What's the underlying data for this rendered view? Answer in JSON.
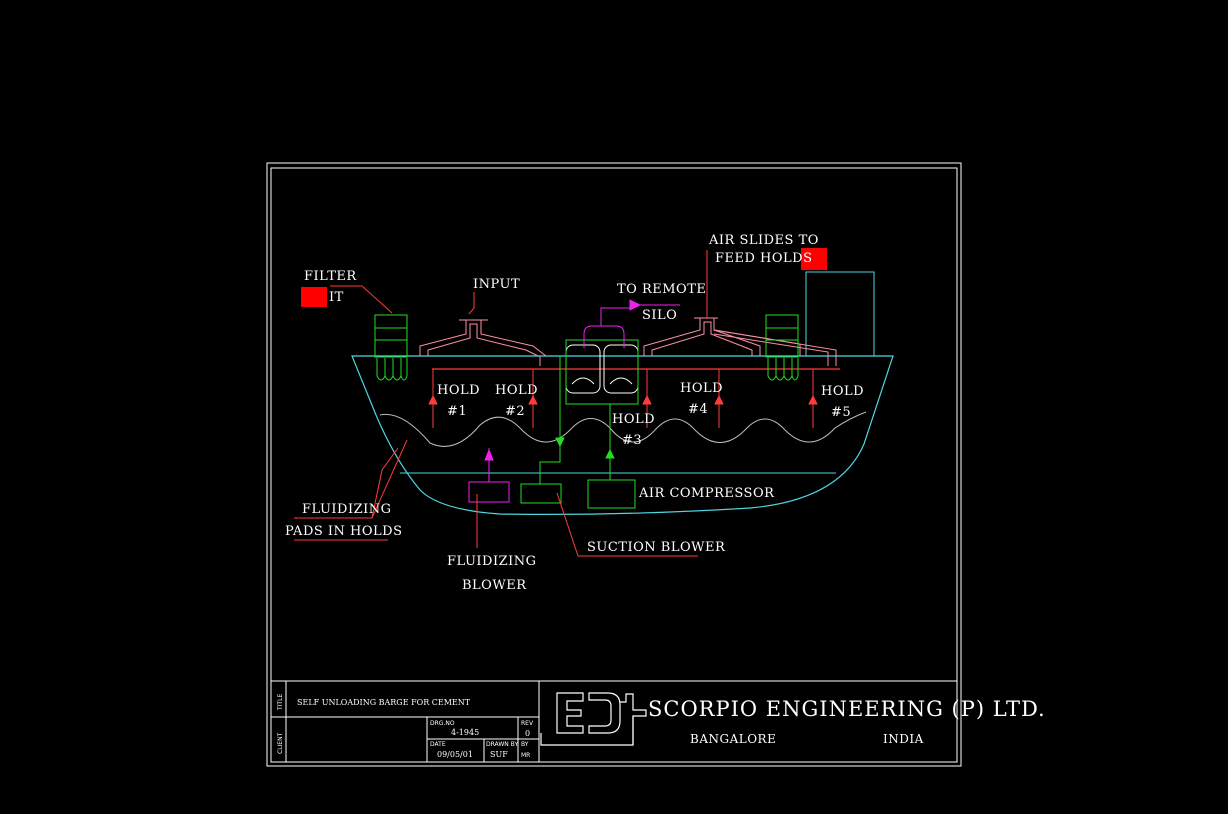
{
  "drawing": {
    "labels": {
      "filter": "FILTER",
      "filter_it": "IT",
      "input": "INPUT",
      "to_remote": "TO REMOTE",
      "silo": "SILO",
      "air_slides_1": "AIR SLIDES TO",
      "air_slides_2": "FEED HOLDS",
      "hold1_a": "HOLD",
      "hold1_b": "#1",
      "hold2_a": "HOLD",
      "hold2_b": "#2",
      "hold3_a": "HOLD",
      "hold3_b": "#3",
      "hold4_a": "HOLD",
      "hold4_b": "#4",
      "hold5_a": "HOLD",
      "hold5_b": "#5",
      "air_compressor": "AIR COMPRESSOR",
      "fluidizing_pads_1": "FLUIDIZING",
      "fluidizing_pads_2": "PADS IN HOLDS",
      "suction_blower": "SUCTION BLOWER",
      "fluidizing_blower_1": "FLUIDIZING",
      "fluidizing_blower_2": "BLOWER"
    },
    "colors": {
      "hull": "#4fd6e0",
      "pipes_red": "#ff3b3b",
      "pipes_pink": "#ff8fa3",
      "green": "#22dd22",
      "magenta": "#ee22ee",
      "frame": "#ffffff",
      "redaction": "#ff0000"
    }
  },
  "title_block": {
    "title_tag": "TITLE",
    "client_tag": "CLIENT",
    "title": "SELF UNLOADING BARGE FOR CEMENT",
    "dwg_no_label": "DRG.NO",
    "dwg_no": "4-1945",
    "rev_label": "REV",
    "rev": "0",
    "date_label": "DATE",
    "date": "09/05/01",
    "drawn_label": "DRAWN BY",
    "drawn": "SUF",
    "by_label": "BY",
    "by": "MR",
    "company": "SCORPIO ENGINEERING (P) LTD.",
    "city": "BANGALORE",
    "country": "INDIA"
  }
}
